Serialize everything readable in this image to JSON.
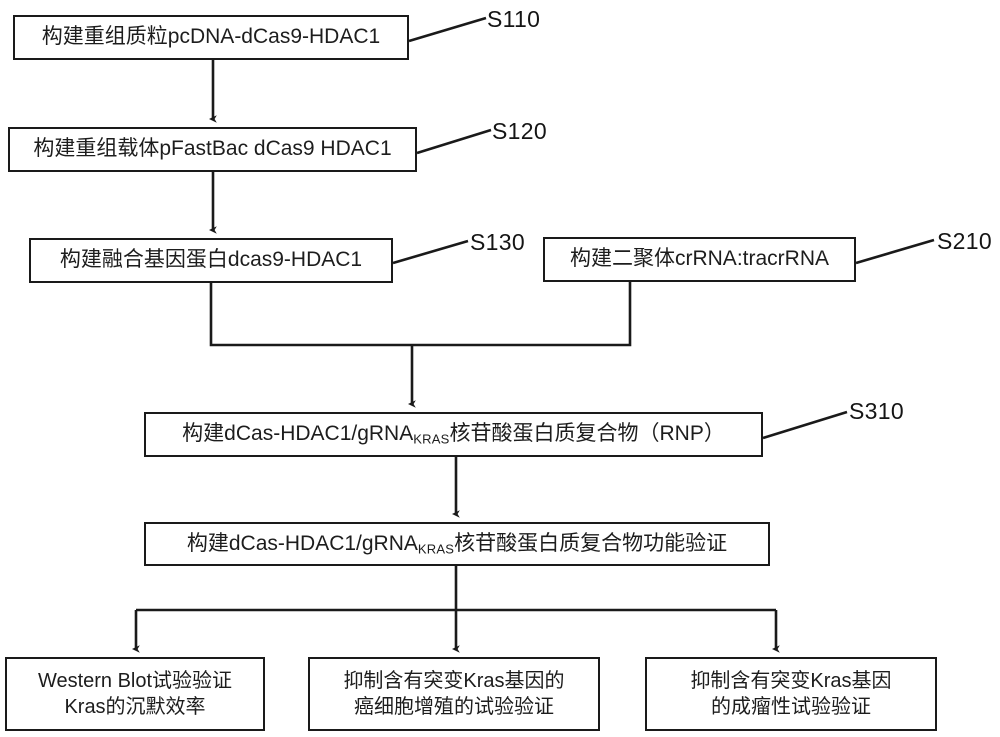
{
  "diagram": {
    "type": "flowchart",
    "title": "CRISPR dCas9-HDAC1 KRAS silencing workflow",
    "orientation": "top-to-bottom",
    "colors": {
      "stroke": "#1a1a1a",
      "fill": "#ffffff",
      "text": "#1d1d1d"
    },
    "nodes": [
      {
        "id": "S110",
        "step_label": "S110",
        "text": "构建重组质粒pcDNA-dCas9-HDAC1",
        "shape": "rectangle",
        "lines": [
          "构建重组质粒pcDNA-dCas9-HDAC1"
        ]
      },
      {
        "id": "S120",
        "step_label": "S120",
        "text": "构建重组载体pFastBac dCas9 HDAC1",
        "shape": "rectangle",
        "lines": [
          "构建重组载体pFastBac dCas9 HDAC1"
        ]
      },
      {
        "id": "S130",
        "step_label": "S130",
        "text": "构建融合基因蛋白dcas9-HDAC1",
        "shape": "rectangle",
        "lines": [
          "构建融合基因蛋白dcas9-HDAC1"
        ]
      },
      {
        "id": "S210",
        "step_label": "S210",
        "text": "构建二聚体crRNA:tracrRNA",
        "shape": "rectangle",
        "lines": [
          "构建二聚体crRNA:tracrRNA"
        ]
      },
      {
        "id": "S310",
        "step_label": "S310",
        "text_pre": "构建dCas-HDAC1/gRNA",
        "text_sub": "KRAS",
        "text_post": "核苷酸蛋白质复合物（RNP）",
        "shape": "rectangle"
      },
      {
        "id": "S320",
        "step_label": "",
        "text_pre": "构建dCas-HDAC1/gRNA",
        "text_sub": "KRAS",
        "text_post": "核苷酸蛋白质复合物功能验证",
        "shape": "rectangle"
      },
      {
        "id": "B1",
        "step_label": "",
        "shape": "rectangle",
        "line1": "Western Blot试验验证",
        "line2": "Kras的沉默效率"
      },
      {
        "id": "B2",
        "step_label": "",
        "shape": "rectangle",
        "line1": "抑制含有突变Kras基因的",
        "line2": "癌细胞增殖的试验验证"
      },
      {
        "id": "B3",
        "step_label": "",
        "shape": "rectangle",
        "line1": "抑制含有突变Kras基因",
        "line2": "的成瘤性试验验证"
      }
    ],
    "edges": [
      {
        "from": "S110",
        "to": "S120",
        "style": "arrow-down"
      },
      {
        "from": "S120",
        "to": "S130",
        "style": "arrow-down"
      },
      {
        "from": "S130",
        "to": "S310",
        "style": "merge-elbow"
      },
      {
        "from": "S210",
        "to": "S310",
        "style": "merge-elbow"
      },
      {
        "from": "S310",
        "to": "S320",
        "style": "arrow-down"
      },
      {
        "from": "S320",
        "to": "B1",
        "style": "fanout-elbow"
      },
      {
        "from": "S320",
        "to": "B2",
        "style": "arrow-down"
      },
      {
        "from": "S320",
        "to": "B3",
        "style": "fanout-elbow"
      }
    ],
    "step_labels": {
      "s110": "S110",
      "s120": "S120",
      "s130": "S130",
      "s210": "S210",
      "s310": "S310"
    }
  }
}
